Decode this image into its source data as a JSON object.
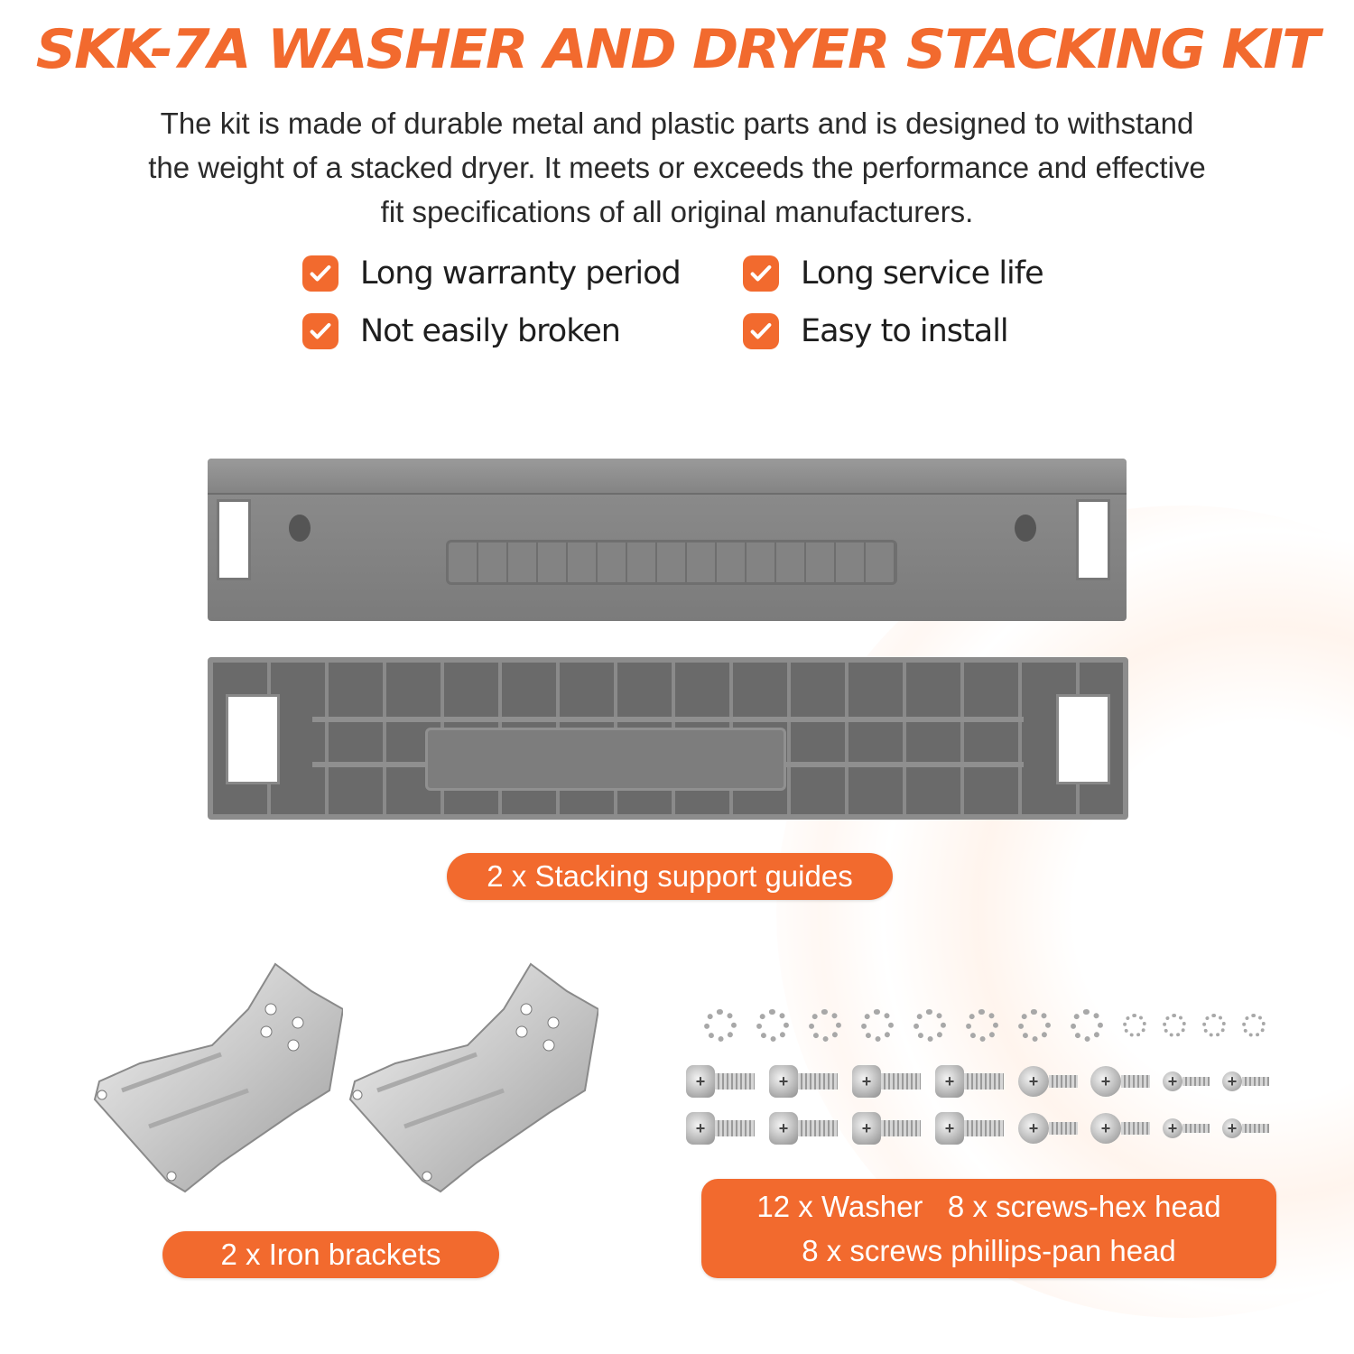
{
  "header": {
    "title": "SKK-7A WASHER AND DRYER STACKING KIT",
    "description_lines": [
      "The kit is made of durable metal and plastic parts and is designed to withstand",
      "the weight of a stacked dryer. It meets or exceeds the performance and effective",
      "fit specifications of all original manufacturers."
    ]
  },
  "features": [
    {
      "label": "Long warranty period",
      "icon": "checkmark-icon"
    },
    {
      "label": "Long service life",
      "icon": "checkmark-icon"
    },
    {
      "label": "Not easily broken",
      "icon": "checkmark-icon"
    },
    {
      "label": "Easy to install",
      "icon": "checkmark-icon"
    }
  ],
  "parts": {
    "guides": {
      "label": "2 x Stacking support guides",
      "quantity": 2
    },
    "brackets": {
      "label": "2 x Iron brackets",
      "quantity": 2
    },
    "hardware": {
      "line1": "12 x Washer   8 x screws-hex head",
      "line2": "8 x screws phillips-pan head",
      "washers": 12,
      "hex_screws": 8,
      "pan_screws": 8
    }
  },
  "colors": {
    "accent": "#f26a2e",
    "text": "#222222",
    "plastic_gray": "#808080"
  }
}
